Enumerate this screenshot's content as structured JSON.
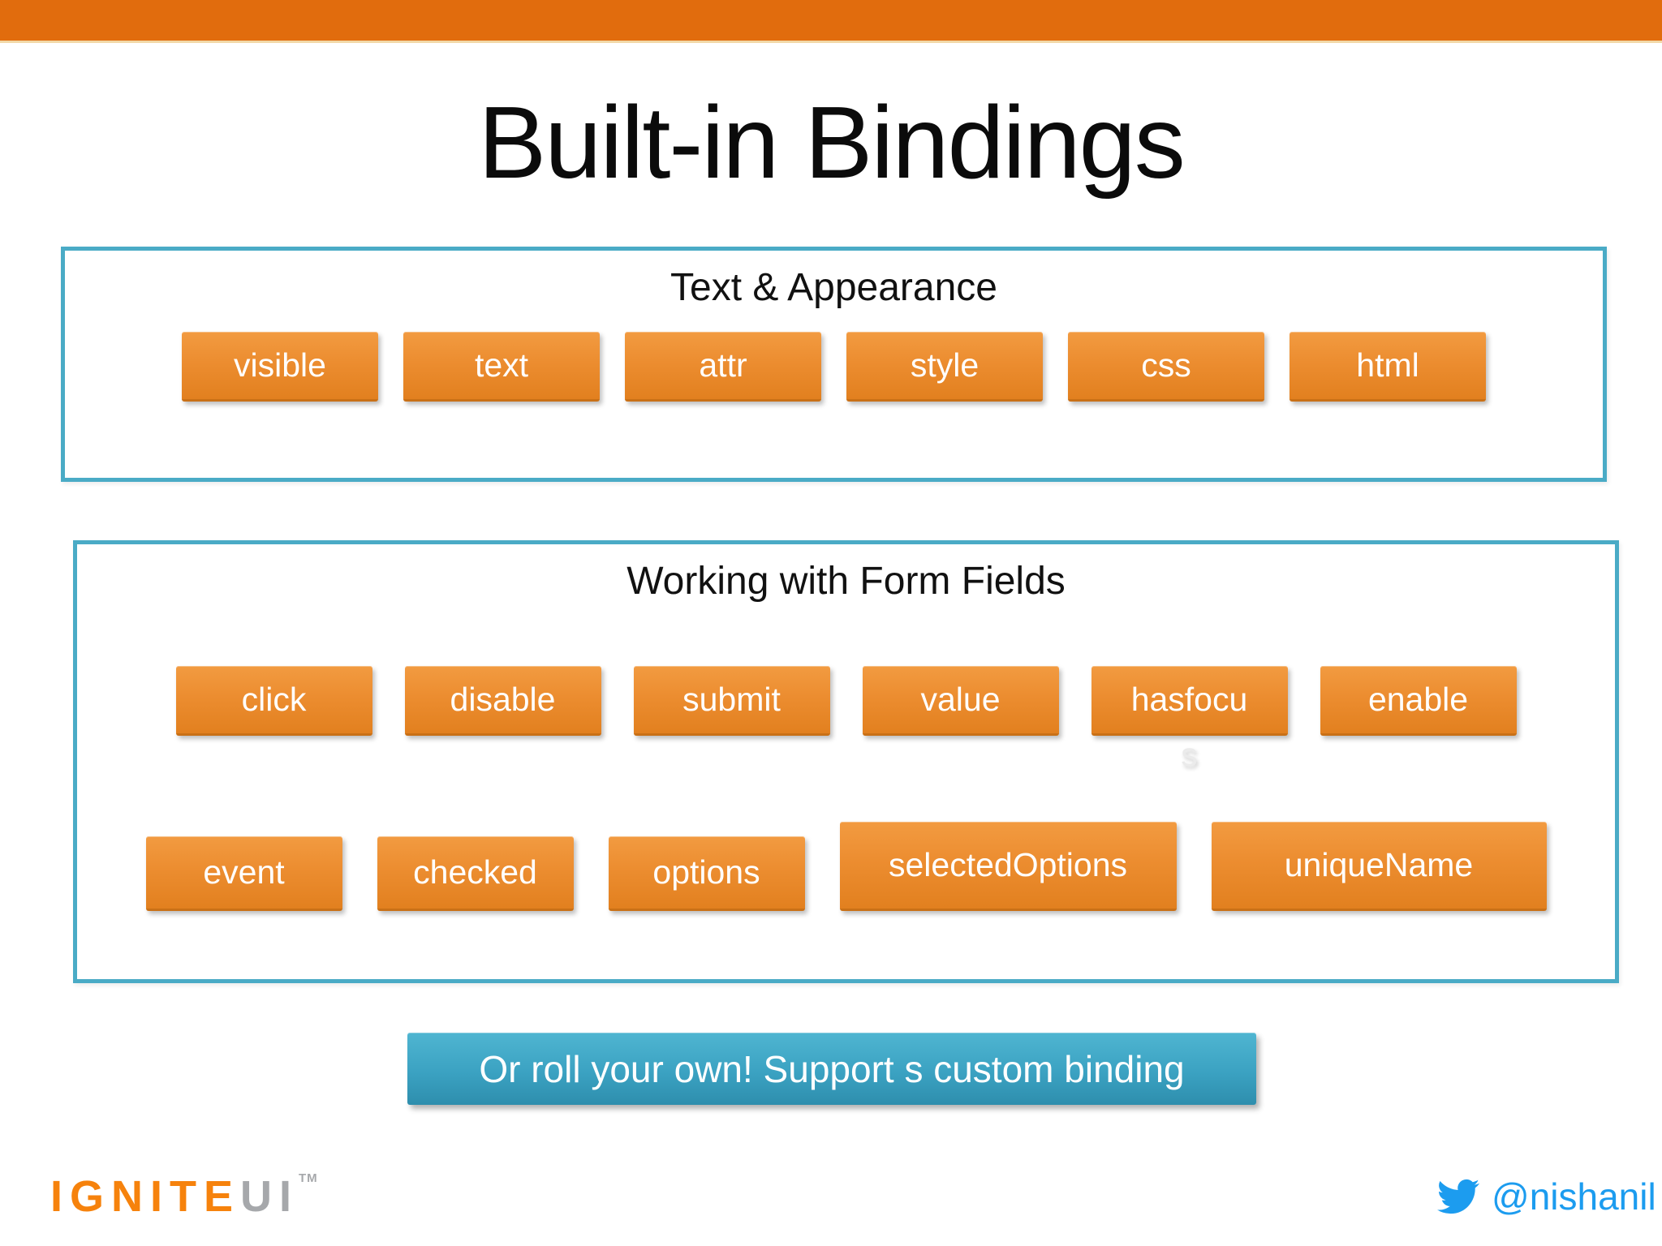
{
  "title": "Built-in Bindings",
  "colors": {
    "top_bar_orange": "#E16C0D",
    "box_border_teal": "#4AABC6",
    "chip_orange": "#E8862C",
    "banner_teal": "#3BA2C2",
    "twitter_blue": "#1C9CEF",
    "logo_orange": "#F6820C",
    "logo_gray": "#A6A8AB"
  },
  "group1": {
    "title": "Text & Appearance",
    "buttons": [
      "visible",
      "text",
      "attr",
      "style",
      "css",
      "html"
    ]
  },
  "group2": {
    "title": "Working with Form Fields",
    "row1": [
      "click",
      "disable",
      "submit",
      "value",
      "hasfocu",
      "enable"
    ],
    "hasfocus_overflow": "s",
    "row2": [
      "event",
      "checked",
      "options",
      "selectedOptions",
      "uniqueName"
    ]
  },
  "banner": {
    "label": "Or roll your own! Support s custom binding"
  },
  "footer": {
    "logo_part1": "IGNITE",
    "logo_part2": "UI",
    "logo_tm": "TM",
    "twitter_handle": "@nishanil"
  }
}
